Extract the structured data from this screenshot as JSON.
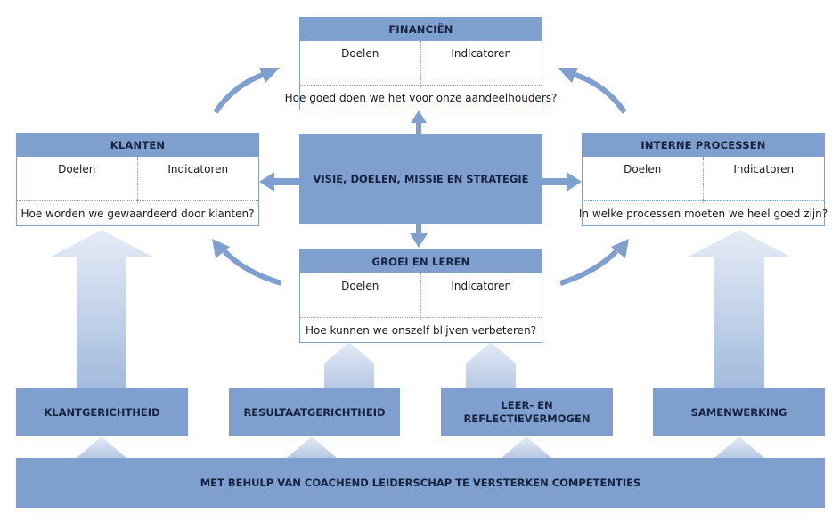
{
  "colors": {
    "box": "#7f9fcf",
    "arrow": "#7f9fcf",
    "text": "#15233f",
    "fade_top": "#e5ecf6"
  },
  "cards": {
    "financien": {
      "title": "FINANCIËN",
      "left": "Doelen",
      "right": "Indicatoren",
      "question": "Hoe goed doen we het voor onze aandeelhouders?"
    },
    "klanten": {
      "title": "KLANTEN",
      "left": "Doelen",
      "right": "Indicatoren",
      "question": "Hoe worden we gewaardeerd door klanten?"
    },
    "interne_processen": {
      "title": "INTERNE PROCESSEN",
      "left": "Doelen",
      "right": "Indicatoren",
      "question": "In welke processen moeten we heel goed zijn?"
    },
    "groei_en_leren": {
      "title": "GROEI EN LEREN",
      "left": "Doelen",
      "right": "Indicatoren",
      "question": "Hoe kunnen we onszelf blijven verbeteren?"
    }
  },
  "center": {
    "label": "VISIE, DOELEN, MISSIE EN STRATEGIE"
  },
  "competencies": [
    {
      "line1": "KLANTGERICHTHEID",
      "line2": ""
    },
    {
      "line1": "RESULTAATGERICHTHEID",
      "line2": ""
    },
    {
      "line1": "LEER- EN",
      "line2": "REFLECTIEVERMOGEN"
    },
    {
      "line1": "SAMENWERKING",
      "line2": ""
    }
  ],
  "bottom": {
    "label": "MET BEHULP VAN COACHEND LEIDERSCHAP TE VERSTERKEN COMPETENTIES"
  }
}
